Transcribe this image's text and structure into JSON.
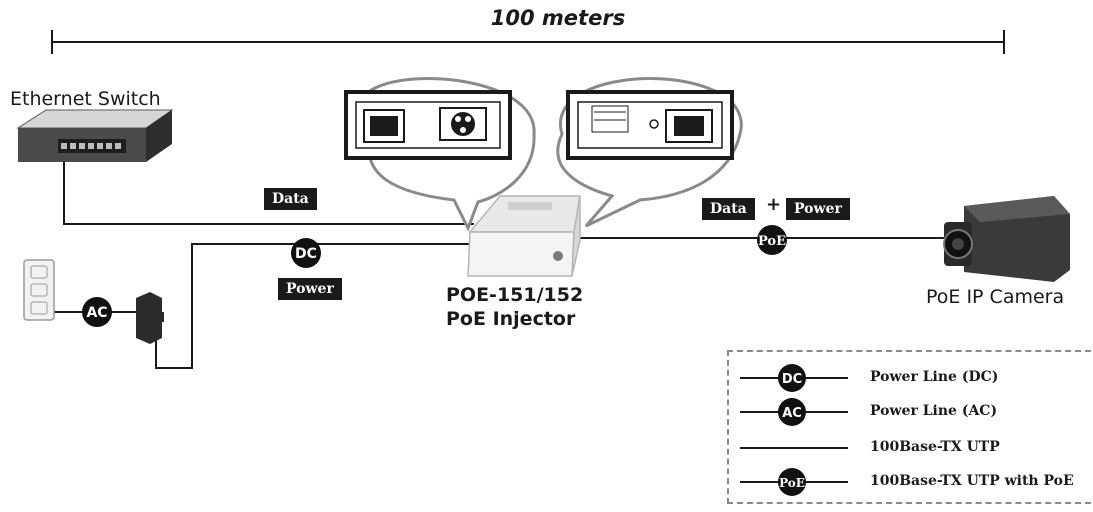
{
  "diagram": {
    "distance_label": "100 meters",
    "switch_label": "Ethernet Switch",
    "camera_label": "PoE IP Camera",
    "injector_model": "POE-151/152",
    "injector_name": "PoE Injector",
    "tags": {
      "data_left": "Data",
      "power_left": "Power",
      "data_right": "Data",
      "plus": "+",
      "power_right": "Power"
    },
    "badges": {
      "dc": "DC",
      "ac": "AC",
      "poe": "PoE"
    }
  },
  "legend": {
    "items": [
      {
        "badge": "DC",
        "label": "Power Line (DC)"
      },
      {
        "badge": "AC",
        "label": "Power Line (AC)"
      },
      {
        "badge": "",
        "label": "100Base-TX UTP"
      },
      {
        "badge": "PoE",
        "label": "100Base-TX UTP with PoE"
      }
    ]
  }
}
